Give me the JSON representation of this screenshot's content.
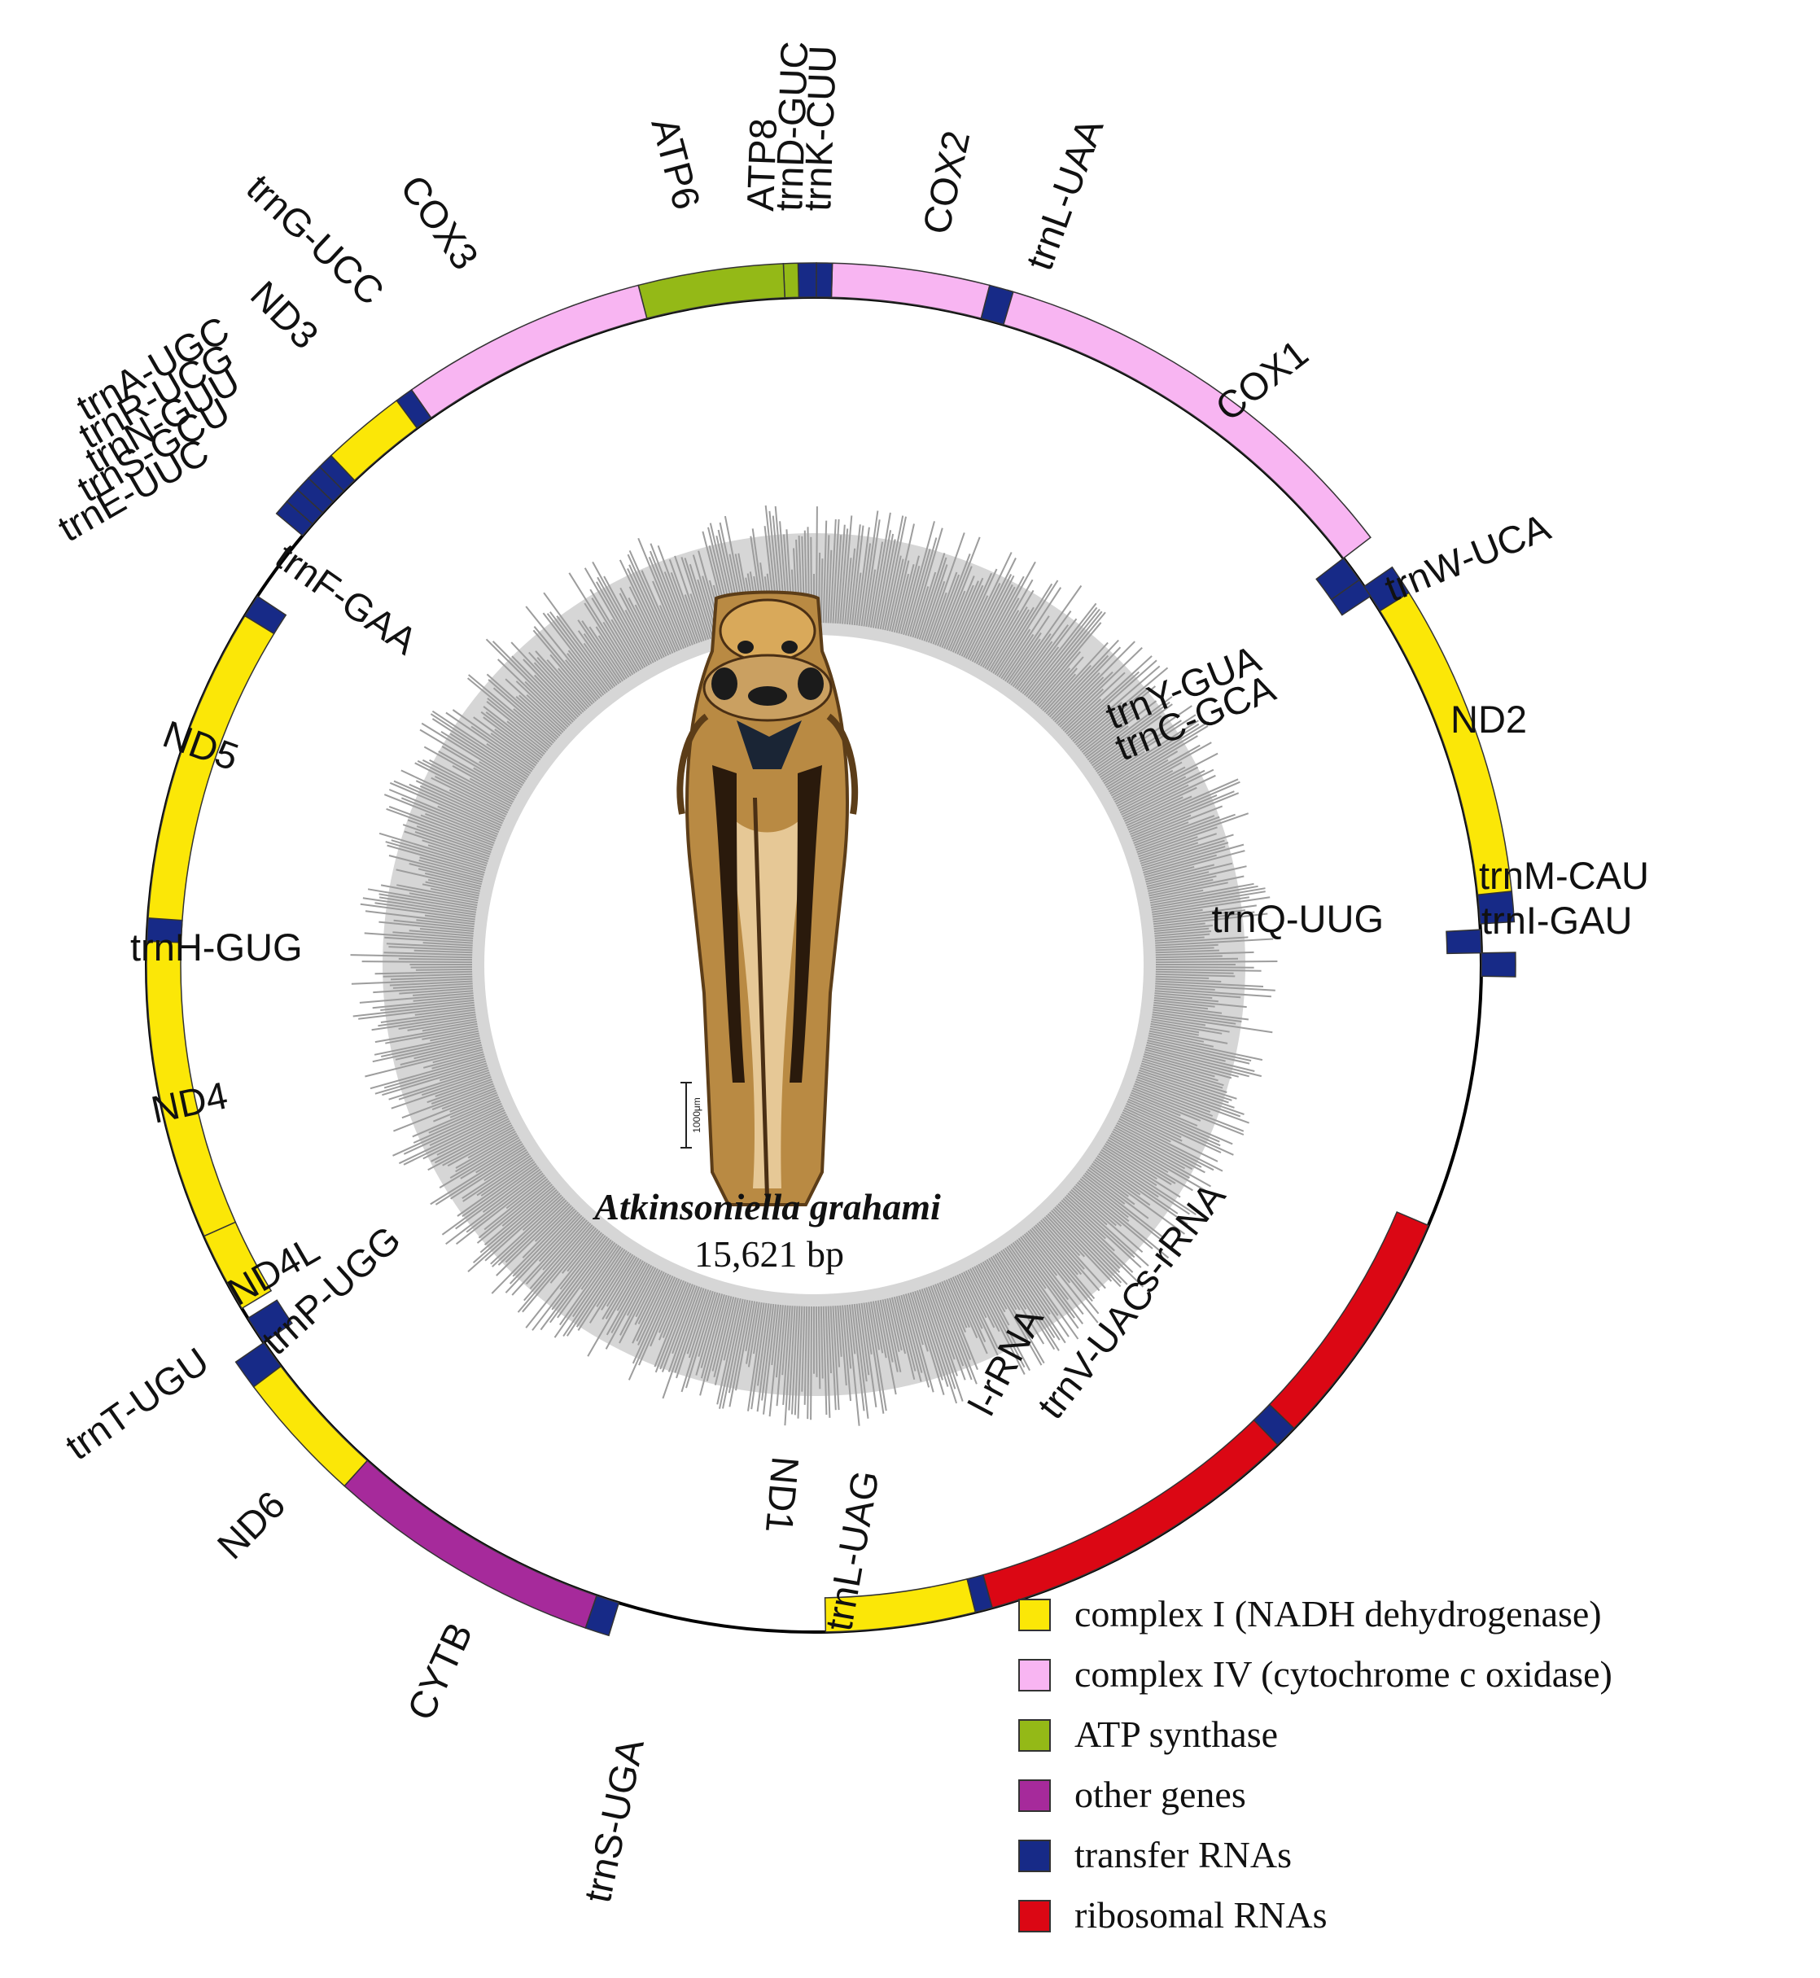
{
  "center": {
    "species": "Atkinsoniella grahami",
    "length": "15,621 bp",
    "scale_bar_label": "1000μm"
  },
  "colors": {
    "complexI": "#fbe707",
    "complexIV": "#f8b5f2",
    "atp": "#94b917",
    "other": "#a62a9b",
    "trna": "#172a87",
    "rrna": "#db0714",
    "gc_ring": "#c2c2c2"
  },
  "legend": [
    {
      "label": "complex I (NADH dehydrogenase)",
      "color_key": "complexI"
    },
    {
      "label": "complex IV (cytochrome c oxidase)",
      "color_key": "complexIV"
    },
    {
      "label": "ATP synthase",
      "color_key": "atp"
    },
    {
      "label": "other genes",
      "color_key": "other"
    },
    {
      "label": "transfer RNAs",
      "color_key": "trna"
    },
    {
      "label": "ribosomal RNAs",
      "color_key": "rrna"
    }
  ],
  "genes": [
    {
      "name": "trnI-GAU",
      "category": "trna",
      "strand": "outer"
    },
    {
      "name": "trnQ-UUG",
      "category": "trna",
      "strand": "inner"
    },
    {
      "name": "trnM-CAU",
      "category": "trna",
      "strand": "outer"
    },
    {
      "name": "ND2",
      "category": "complexI",
      "strand": "outer"
    },
    {
      "name": "trnW-UCA",
      "category": "trna",
      "strand": "outer"
    },
    {
      "name": "trnC-GCA",
      "category": "trna",
      "strand": "inner"
    },
    {
      "name": "trnY-GUA",
      "category": "trna",
      "strand": "inner"
    },
    {
      "name": "COX1",
      "category": "complexIV",
      "strand": "outer"
    },
    {
      "name": "trnL-UAA",
      "category": "trna",
      "strand": "outer"
    },
    {
      "name": "COX2",
      "category": "complexIV",
      "strand": "outer"
    },
    {
      "name": "trnK-CUU",
      "category": "trna",
      "strand": "outer"
    },
    {
      "name": "trnD-GUC",
      "category": "trna",
      "strand": "outer"
    },
    {
      "name": "ATP8",
      "category": "atp",
      "strand": "outer"
    },
    {
      "name": "ATP6",
      "category": "atp",
      "strand": "outer"
    },
    {
      "name": "COX3",
      "category": "complexIV",
      "strand": "outer"
    },
    {
      "name": "trnG-UCC",
      "category": "trna",
      "strand": "outer"
    },
    {
      "name": "ND3",
      "category": "complexI",
      "strand": "outer"
    },
    {
      "name": "trnA-UGC",
      "category": "trna",
      "strand": "outer"
    },
    {
      "name": "trnR-UCG",
      "category": "trna",
      "strand": "outer"
    },
    {
      "name": "trnN-GUU",
      "category": "trna",
      "strand": "outer"
    },
    {
      "name": "trnS-GCU",
      "category": "trna",
      "strand": "outer"
    },
    {
      "name": "trnE-UUC",
      "category": "trna",
      "strand": "outer"
    },
    {
      "name": "trnF-GAA",
      "category": "trna",
      "strand": "inner"
    },
    {
      "name": "ND5",
      "category": "complexI",
      "strand": "inner"
    },
    {
      "name": "trnH-GUG",
      "category": "trna",
      "strand": "inner"
    },
    {
      "name": "ND4",
      "category": "complexI",
      "strand": "inner"
    },
    {
      "name": "ND4L",
      "category": "complexI",
      "strand": "inner"
    },
    {
      "name": "trnT-UGU",
      "category": "trna",
      "strand": "outer"
    },
    {
      "name": "trnP-UGG",
      "category": "trna",
      "strand": "inner"
    },
    {
      "name": "ND6",
      "category": "complexI",
      "strand": "outer"
    },
    {
      "name": "CYTB",
      "category": "other",
      "strand": "outer"
    },
    {
      "name": "trnS-UGA",
      "category": "trna",
      "strand": "outer"
    },
    {
      "name": "ND1",
      "category": "complexI",
      "strand": "inner"
    },
    {
      "name": "trnL-UAG",
      "category": "trna",
      "strand": "inner"
    },
    {
      "name": "l-rRNA",
      "category": "rrna",
      "strand": "inner"
    },
    {
      "name": "trnV-UAC",
      "category": "trna",
      "strand": "inner"
    },
    {
      "name": "s-rRNA",
      "category": "rrna",
      "strand": "inner"
    }
  ]
}
